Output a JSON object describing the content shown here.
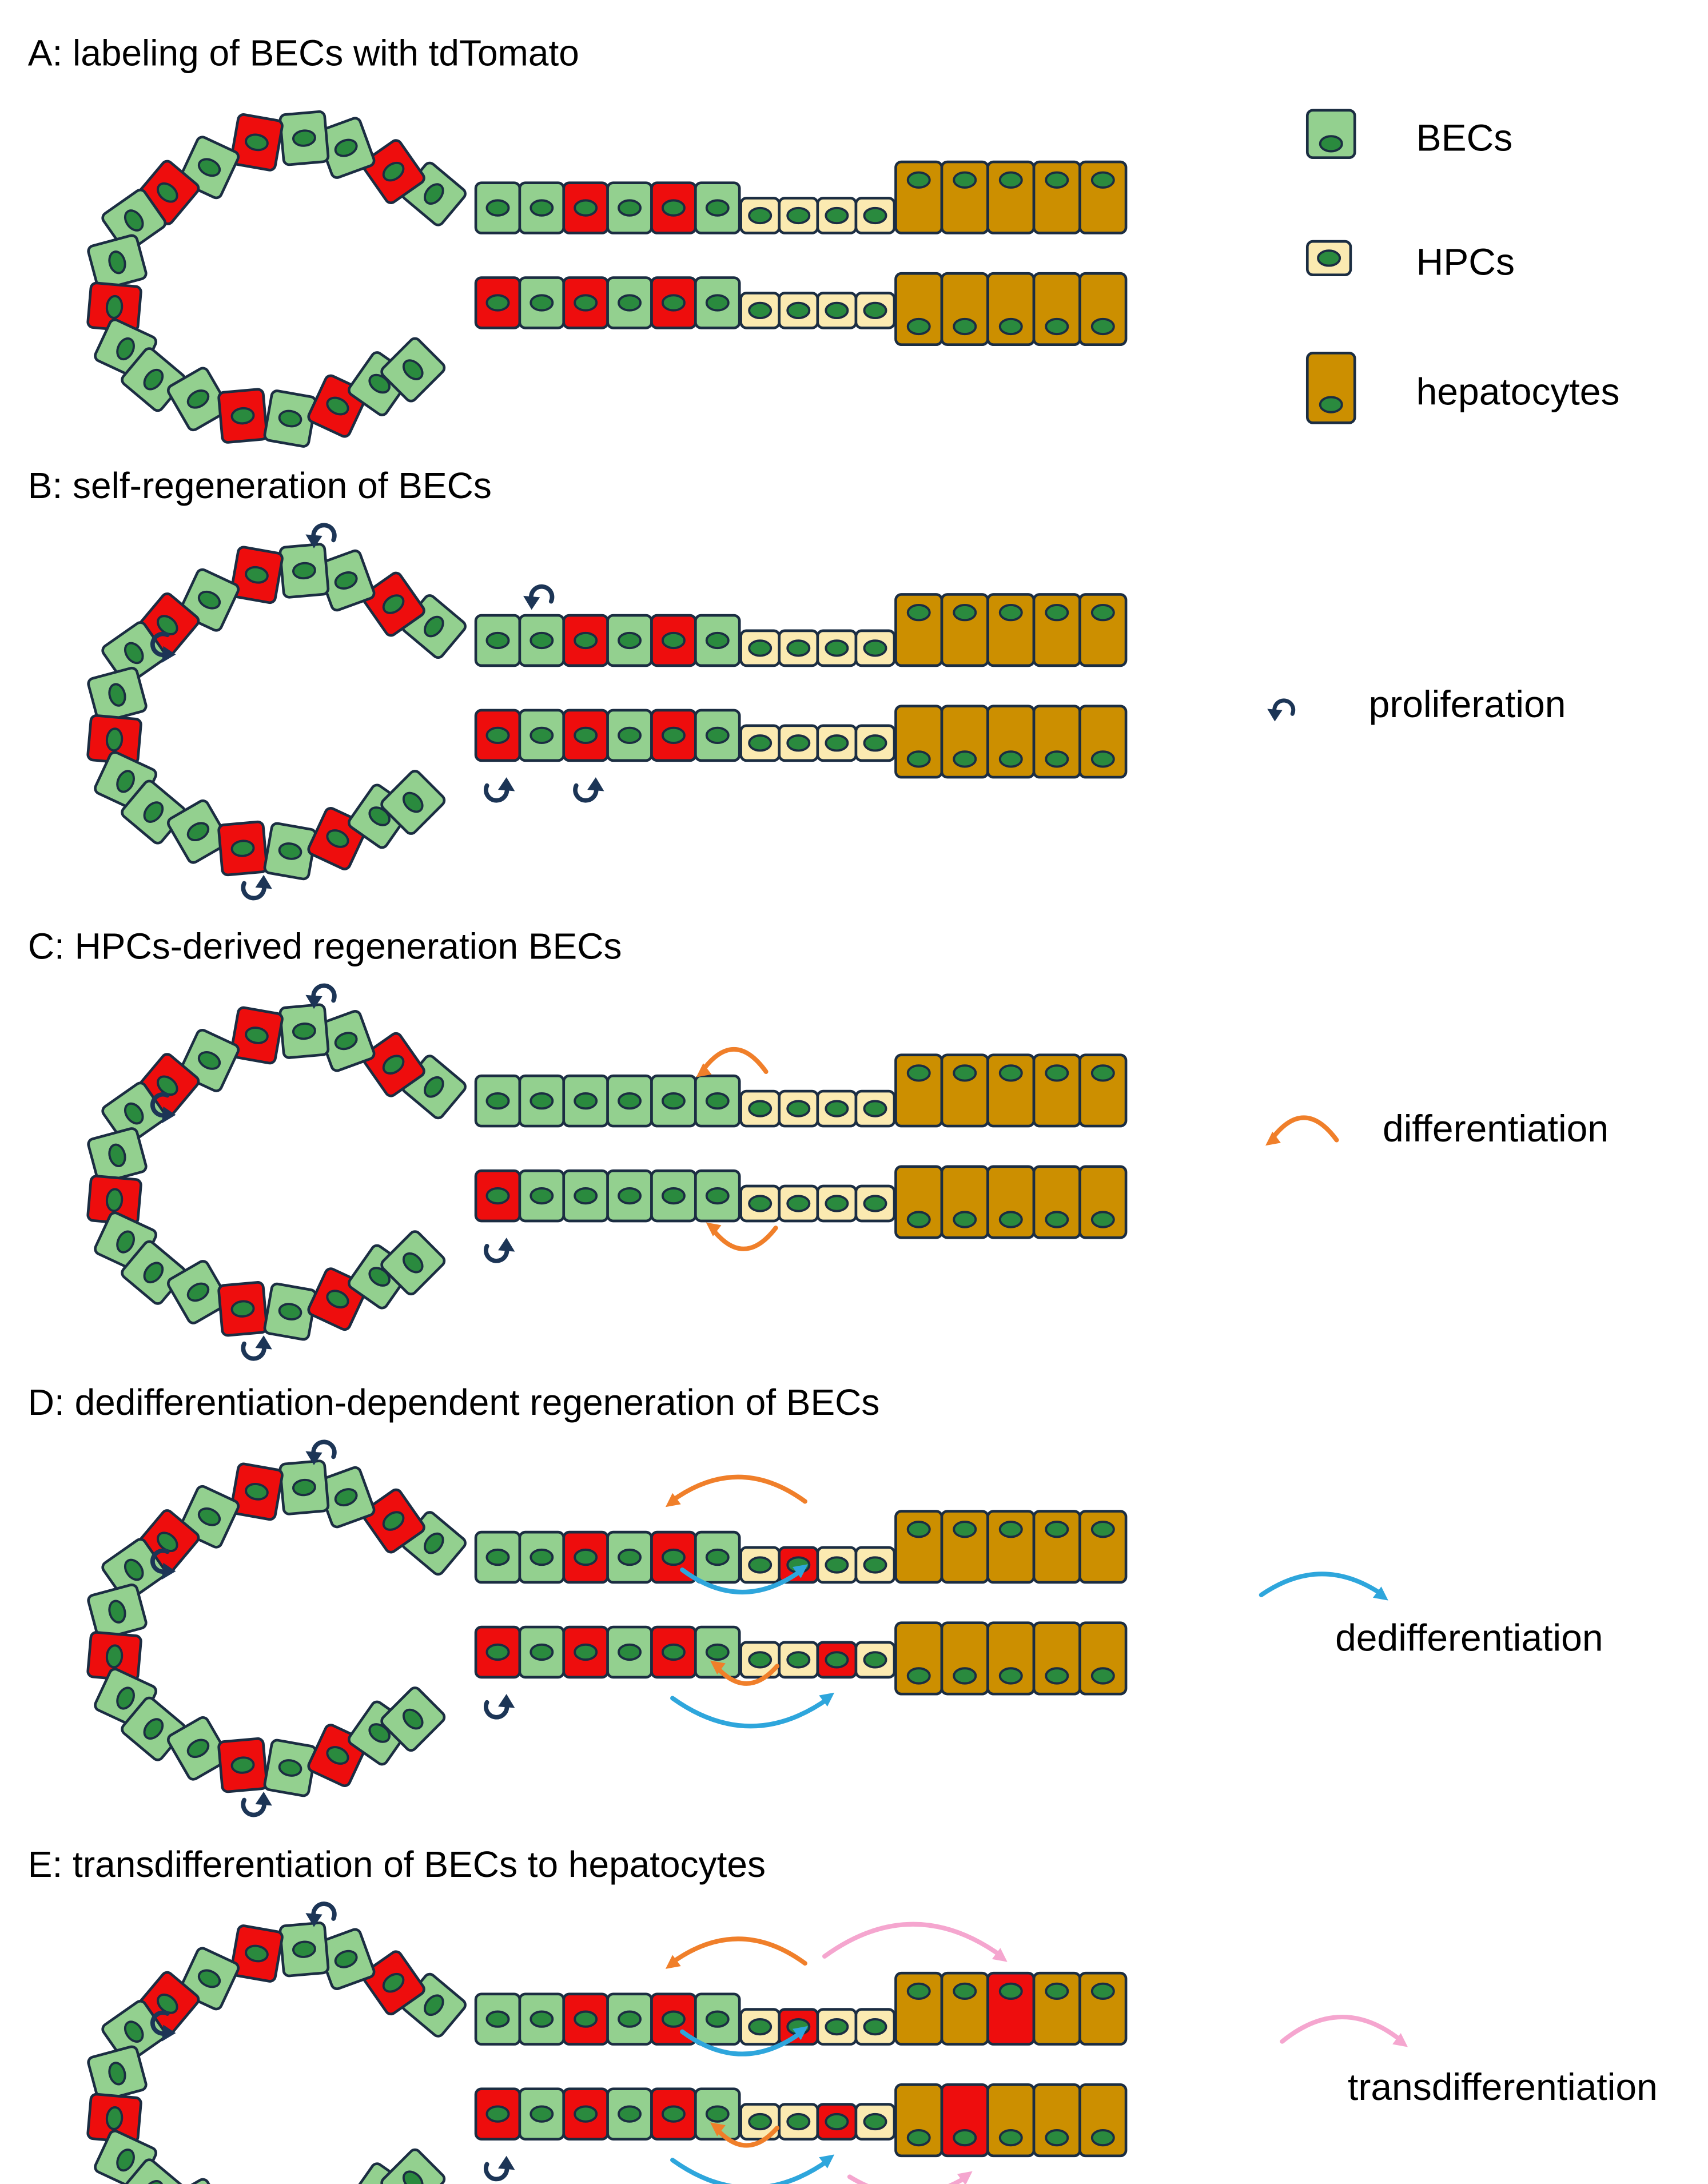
{
  "colors": {
    "bec": "#93d08f",
    "labeled": "#ee0d0d",
    "hpc": "#fbeab1",
    "hepatocyte": "#cc8f00",
    "nucleus": "#2a8a3e",
    "outline": "#1b2d42",
    "proliferation": "#1c3556",
    "differentiation": "#f07f2a",
    "dedifferentiation": "#2ea6dc",
    "transdifferentiation": "#f5a6cf"
  },
  "panels": [
    {
      "id": "A",
      "title": "A: labeling of BECs with tdTomato"
    },
    {
      "id": "B",
      "title": "B: self-regeneration of BECs"
    },
    {
      "id": "C",
      "title": "C: HPCs-derived regeneration BECs"
    },
    {
      "id": "D",
      "title": "D: dedifferentiation-dependent regeneration of BECs"
    },
    {
      "id": "E",
      "title": "E: transdifferentiation of BECs to hepatocytes"
    }
  ],
  "legend": {
    "becs": "BECs",
    "hpcs": "HPCs",
    "hepatocytes": "hepatocytes",
    "proliferation": "proliferation",
    "differentiation": "differentiation",
    "dedifferentiation": "dedifferentiation",
    "transdifferentiation": "transdifferentiation"
  },
  "legend_icons": {
    "proliferation": "curved-arrow-icon",
    "differentiation": "curved-arrow-icon",
    "dedifferentiation": "curved-arrow-icon",
    "transdifferentiation": "curved-arrow-icon"
  }
}
